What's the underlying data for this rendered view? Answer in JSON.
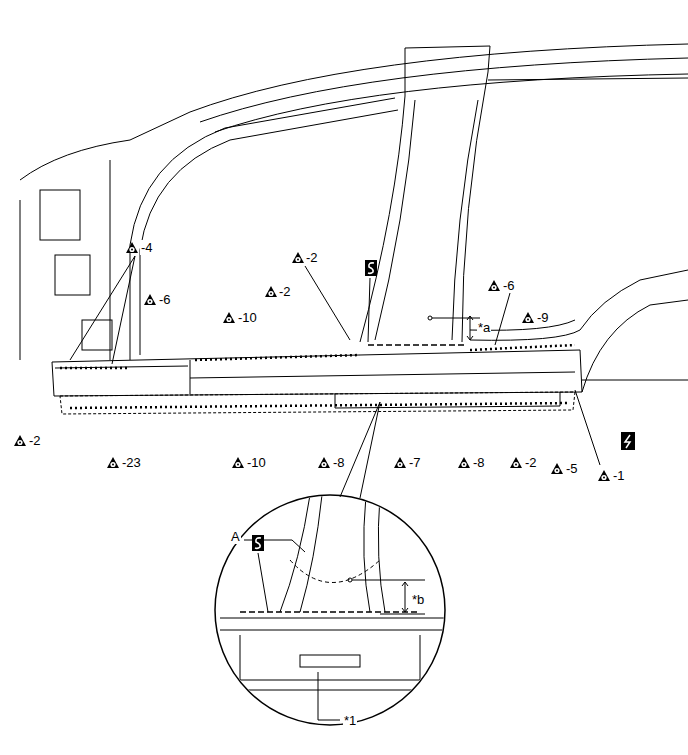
{
  "diagram": {
    "labels": [
      "-4",
      "-6",
      "-2",
      "-2",
      "-10",
      "-6",
      "-9",
      "*a",
      "-2",
      "-23",
      "-10",
      "-8",
      "-7",
      "-8",
      "-2",
      "-5",
      "-1",
      "A",
      "*b",
      "*1"
    ]
  }
}
